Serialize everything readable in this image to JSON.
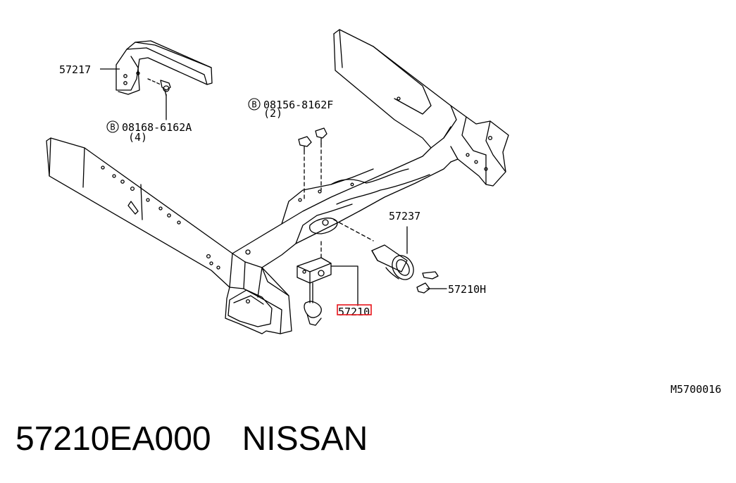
{
  "labels": {
    "p57217": "57217",
    "b1_code": "08168-6162A",
    "b1_qty": "(4)",
    "b2_code": "08156-8162F",
    "b2_qty": "(2)",
    "bolt_letter": "B",
    "p57237": "57237",
    "p57210H": "57210H",
    "p57210": "57210",
    "ref": "M5700016"
  },
  "footer": {
    "part_number": "57210EA000",
    "brand": "NISSAN"
  },
  "colors": {
    "line": "#000000",
    "highlight": "#e8141b"
  }
}
